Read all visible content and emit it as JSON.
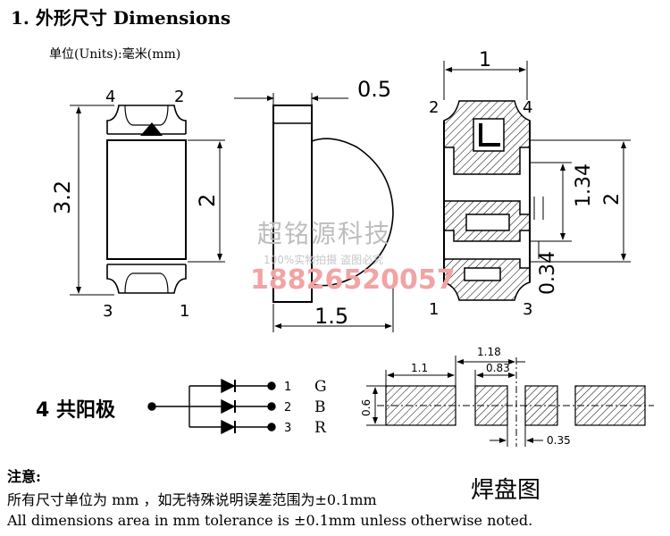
{
  "header": {
    "title": "1.  外形尺寸 Dimensions",
    "units": "单位(Units):毫米(mm)"
  },
  "front_view": {
    "pin_top_left": "4",
    "pin_top_right": "2",
    "pin_bottom_left": "3",
    "pin_bottom_right": "1",
    "dim_length": "3.2",
    "dim_height": "2"
  },
  "side_view": {
    "dim_thickness": "0.5",
    "dim_depth": "1.5"
  },
  "back_view": {
    "pin_top_left": "2",
    "pin_top_right": "4",
    "pin_bottom_left": "1",
    "pin_bottom_right": "3",
    "dim_width": "1",
    "dim_pad_a": "1.34",
    "dim_pad_b": "2",
    "dim_gap": "0.34"
  },
  "circuit": {
    "title": "4  共阳极",
    "pins": [
      {
        "number": "1",
        "color": "G"
      },
      {
        "number": "2",
        "color": "B"
      },
      {
        "number": "3",
        "color": "R"
      }
    ]
  },
  "pad_layout": {
    "title": "焊盘图",
    "dim_pitch": "1.18",
    "dim_pad_width": "1.1",
    "dim_inner": "0.83",
    "dim_height": "0.6",
    "dim_gap": "0.35"
  },
  "watermark": {
    "company": "超铭源科技",
    "notice": "100%实物拍摄  盗图必究",
    "phone": "18826520057"
  },
  "notes": {
    "heading": "注意:",
    "line_cn": "所有尺寸单位为 mm ，如无特殊说明误差范围为±0.1mm",
    "line_en": "All dimensions area in mm tolerance is ±0.1mm unless otherwise noted."
  }
}
